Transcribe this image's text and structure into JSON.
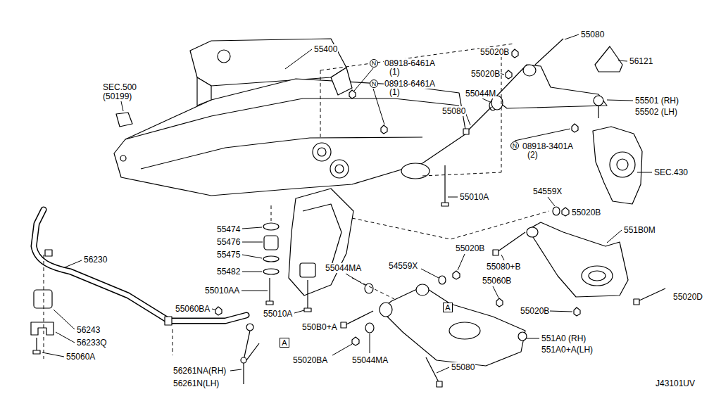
{
  "diagram": {
    "nodes": [
      {
        "text": [
          "N"
        ]
      },
      {
        "text": [
          "N"
        ]
      },
      {
        "text": [
          "N"
        ]
      },
      {
        "text": [
          "A"
        ]
      },
      {
        "text": [
          "A"
        ]
      }
    ],
    "labels": [
      "55400",
      "08918-6461A",
      "(1)",
      "08918-6461A",
      "(1)",
      "55020B",
      "55020B",
      "55080",
      "56121",
      "55044M",
      "55080",
      "55501 (RH)",
      "55502 (LH)",
      "SEC.500",
      "(50199)",
      "08918-3401A",
      "(2)",
      "SEC.430",
      "55010A",
      "54559X",
      "55020B",
      "551B0M",
      "55474",
      "55476",
      "55475",
      "55482",
      "55010AA",
      "55010A",
      "56230",
      "55020B",
      "55044MA",
      "54559X",
      "55080+B",
      "55060B",
      "55020D",
      "55020B",
      "55060BA",
      "550B0+A",
      "56243",
      "56233Q",
      "55060A",
      "56261NA(RH)",
      "56261N(LH)",
      "55020BA",
      "55044MA",
      "551A0 (RH)",
      "551A0+A(LH)",
      "55080",
      "J43101UV"
    ]
  }
}
